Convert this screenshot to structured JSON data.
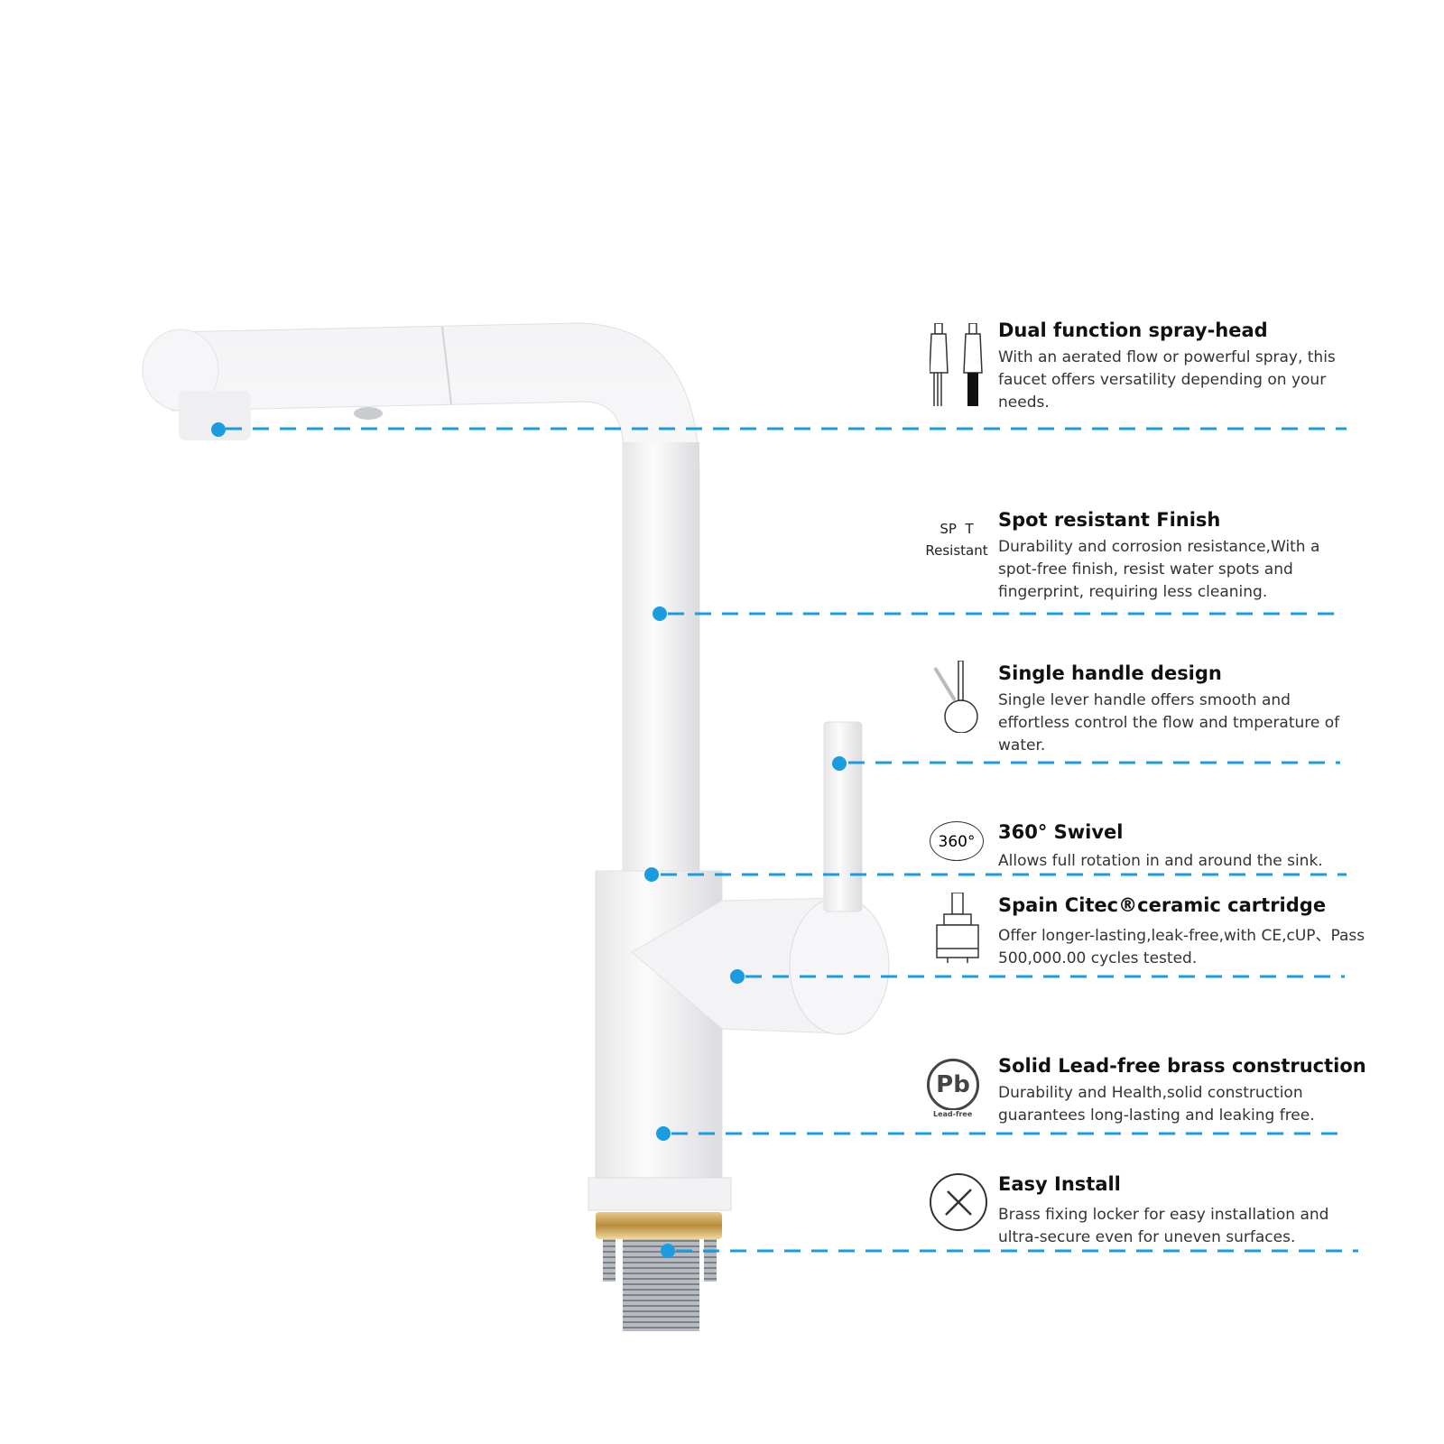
{
  "accent_color": "#1a9de0",
  "features": [
    {
      "icon": "spray-head-icon",
      "title": "Dual function spray-head",
      "desc": "With an aerated flow or powerful spray, this faucet offers versatility depending on your needs."
    },
    {
      "icon": "spot-resistant-icon",
      "icon_text_top": "SP  T",
      "icon_text_bottom": "Resistant",
      "title": "Spot resistant Finish",
      "desc": "Durability and corrosion resistance,With a spot-free finish, resist water spots and fingerprint, requiring less cleaning."
    },
    {
      "icon": "single-handle-icon",
      "title": "Single handle design",
      "desc": "Single lever handle offers smooth and effortless control the flow and tmperature of water."
    },
    {
      "icon": "swivel-360-icon",
      "icon_text": "360°",
      "title": "360° Swivel",
      "desc": "Allows full rotation in and around the sink."
    },
    {
      "icon": "cartridge-icon",
      "title": "Spain Citec®ceramic cartridge",
      "desc": "Offer longer-lasting,leak-free,with CE,cUP、Pass 500,000.00 cycles tested."
    },
    {
      "icon": "lead-free-icon",
      "icon_text": "Lead-free",
      "title": "Solid Lead-free brass construction",
      "desc": "Durability and Health,solid construction guarantees long-lasting and leaking free."
    },
    {
      "icon": "tools-icon",
      "title": "Easy Install",
      "desc": "Brass fixing locker for easy installation and ultra-secure even for uneven surfaces."
    }
  ]
}
